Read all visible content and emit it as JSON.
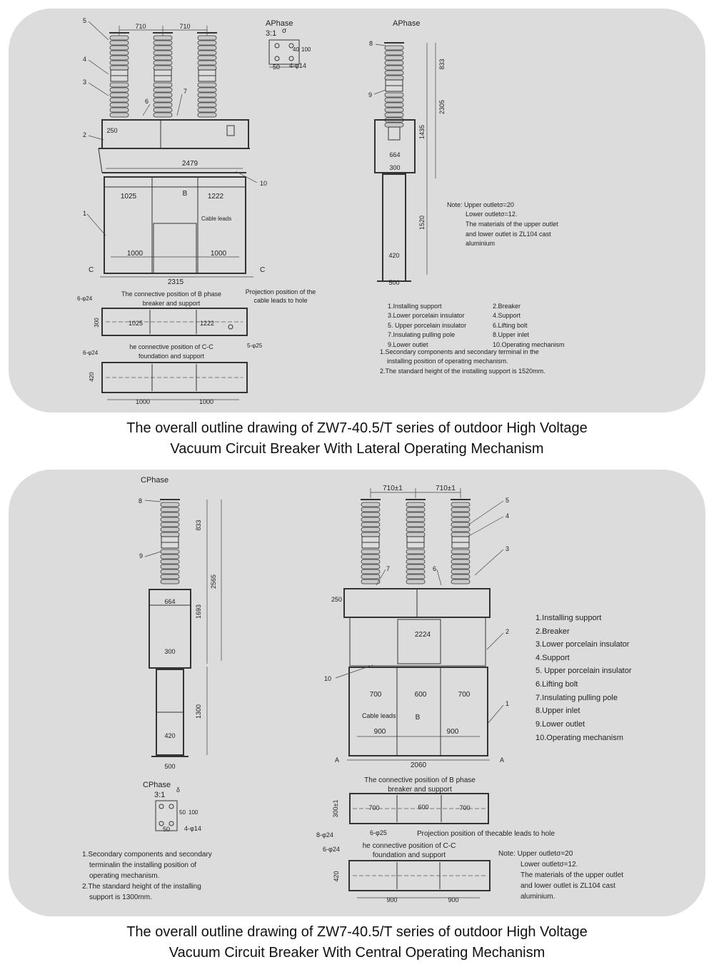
{
  "diagram1": {
    "caption_line1": "The overall outline drawing of ZW7-40.5/T series of outdoor High Voltage",
    "caption_line2": "Vacuum Circuit Breaker With Lateral Operating Mechanism",
    "phase_label_detail": "APhase",
    "phase_label_side": "APhase",
    "scale": "3:1",
    "sigma": "σ",
    "hole_spec": "4-φ14",
    "dims": {
      "pitch_left": "710",
      "pitch_right": "710",
      "d250": "250",
      "d2479": "2479",
      "d1025": "1025",
      "d1222": "1222",
      "d1000a": "1000",
      "d1000b": "1000",
      "d2315": "2315",
      "d50": "50",
      "d40": "40",
      "d100": "100",
      "d833": "833",
      "d2305": "2305",
      "d1435": "1435",
      "d1520": "1520",
      "d664": "664",
      "d300": "300",
      "d420": "420",
      "d500": "500",
      "plan_1025": "1025",
      "plan_1222": "1222",
      "plan_300": "300",
      "plan2_420": "420",
      "plan2_1000a": "1000",
      "plan2_1000b": "1000"
    },
    "labels": {
      "b_view": "B",
      "section_c_left": "C",
      "section_c_right": "C",
      "cable_leads": "Cable leads",
      "conn_b_1": "The connective position of B phase",
      "conn_b_2": "breaker and support",
      "proj_1": "Projection position of the",
      "proj_2": "cable leads to hole",
      "holes_6": "6-φ24",
      "holes_5": "5-φ25",
      "holes_6b": "6-φ24",
      "conn_cc_1": "he connective position of C-C",
      "conn_cc_2": "foundation and support"
    },
    "part_numbers": [
      "1",
      "2",
      "3",
      "4",
      "5",
      "6",
      "7",
      "8",
      "9",
      "10"
    ],
    "note": {
      "line1": "Note: Upper outletσ=20",
      "line2": "Lower outletσ=12.",
      "line3": "The materials of the upper outlet",
      "line4": "and lower outlet is ZL104 cast",
      "line5": "aluminium"
    },
    "legend": [
      "1.Installing support",
      "2.Breaker",
      "3.Lower porcelain insulator",
      "4.Support",
      "5. Upper porcelain insulator",
      "6.Lifting bolt",
      "7.Insulating pulling pole",
      "8.Upper inlet",
      "9.Lower outlet",
      "10.Operating mechanism"
    ],
    "remarks": [
      "1.Secondary components and secondary terminal in the",
      "installing position of operating mechanism.",
      "2.The standard height of the installing support is 1520mm."
    ]
  },
  "diagram2": {
    "caption_line1": "The overall outline drawing of ZW7-40.5/T series of outdoor High Voltage",
    "caption_line2": "Vacuum Circuit Breaker With Central Operating Mechanism",
    "phase_label_side": "CPhase",
    "phase_label_detail": "CPhase",
    "scale": "3:1",
    "sigma": "δ",
    "hole_spec": "4-φ14",
    "dims": {
      "pitch_left": "710±1",
      "pitch_right": "710±1",
      "d833": "833",
      "d2565": "2565",
      "d1693": "1693",
      "d1300": "1300",
      "d664": "664",
      "d300": "300",
      "d420": "420",
      "d500": "500",
      "d250": "250",
      "d2224": "2224",
      "d700a": "700",
      "d600": "600",
      "d700b": "700",
      "d900a": "900",
      "d900b": "900",
      "d2060": "2060",
      "det_50a": "50",
      "det_100": "100",
      "det_50b": "50",
      "plan_300": "300±1",
      "plan_700a": "700",
      "plan_600": "600",
      "plan_700b": "700",
      "plan2_420": "420",
      "plan2_900a": "900",
      "plan2_900b": "900"
    },
    "labels": {
      "b_view": "B",
      "section_a_left": "A",
      "section_a_right": "A",
      "cable_leads": "Cable leads",
      "conn_b_1": "The connective position of B phase",
      "conn_b_2": "breaker and support",
      "proj": "Projection position of thecable leads to hole",
      "holes_8": "8-φ24",
      "holes_6": "6-φ25",
      "holes_6b": "6-φ24",
      "conn_cc_1": "he connective position of C-C",
      "conn_cc_2": "foundation and support"
    },
    "part_numbers": [
      "1",
      "2",
      "3",
      "4",
      "5",
      "6",
      "7",
      "8",
      "9",
      "10"
    ],
    "legend": [
      "1.Installing support",
      "2.Breaker",
      "3.Lower porcelain insulator",
      "4.Support",
      "5. Upper porcelain insulator",
      "6.Lifting bolt",
      "7.Insulating pulling pole",
      "8.Upper inlet",
      "9.Lower outlet",
      "10.Operating mechanism"
    ],
    "remarks": [
      "1.Secondary components and secondary",
      "terminalin the installing position of",
      "operating mechanism.",
      "2.The standard height of the installing",
      "support is 1300mm."
    ],
    "note": {
      "line1": "Note: Upper outletσ=20",
      "line2": "Lower outletσ=12.",
      "line3": "The materials of the upper outlet",
      "line4": "and lower outlet is ZL104 cast",
      "line5": "aluminium."
    }
  }
}
